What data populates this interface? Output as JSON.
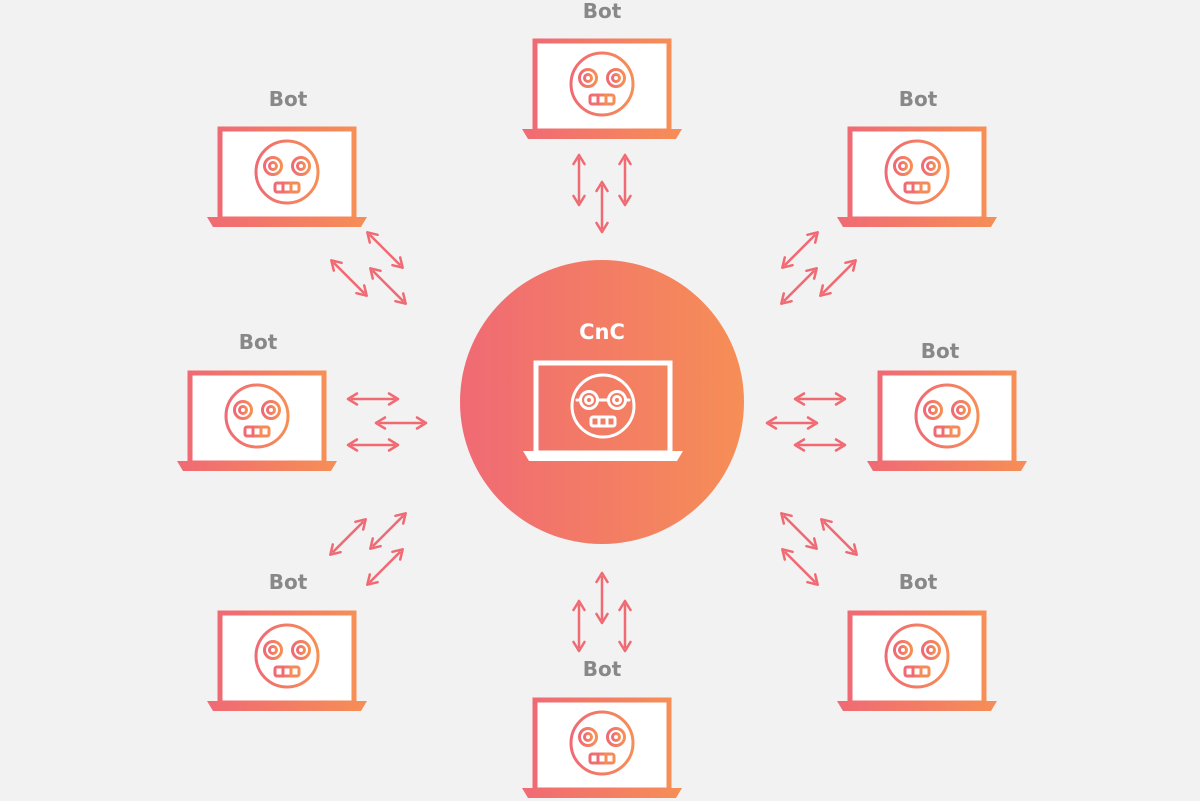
{
  "center": {
    "label": "CnC"
  },
  "bots": [
    {
      "id": "top",
      "label": "Bot"
    },
    {
      "id": "top-left",
      "label": "Bot"
    },
    {
      "id": "top-right",
      "label": "Bot"
    },
    {
      "id": "left",
      "label": "Bot"
    },
    {
      "id": "right",
      "label": "Bot"
    },
    {
      "id": "bottom-left",
      "label": "Bot"
    },
    {
      "id": "bottom-right",
      "label": "Bot"
    },
    {
      "id": "bottom",
      "label": "Bot"
    }
  ],
  "colors": {
    "background": "#f2f2f2",
    "gradient_start": "#f06a74",
    "gradient_end": "#f68e56",
    "label_gray": "#888888",
    "white": "#ffffff"
  },
  "icons": {
    "device": "laptop-icon",
    "face": "robot-face-icon",
    "link": "double-arrow-icon"
  }
}
